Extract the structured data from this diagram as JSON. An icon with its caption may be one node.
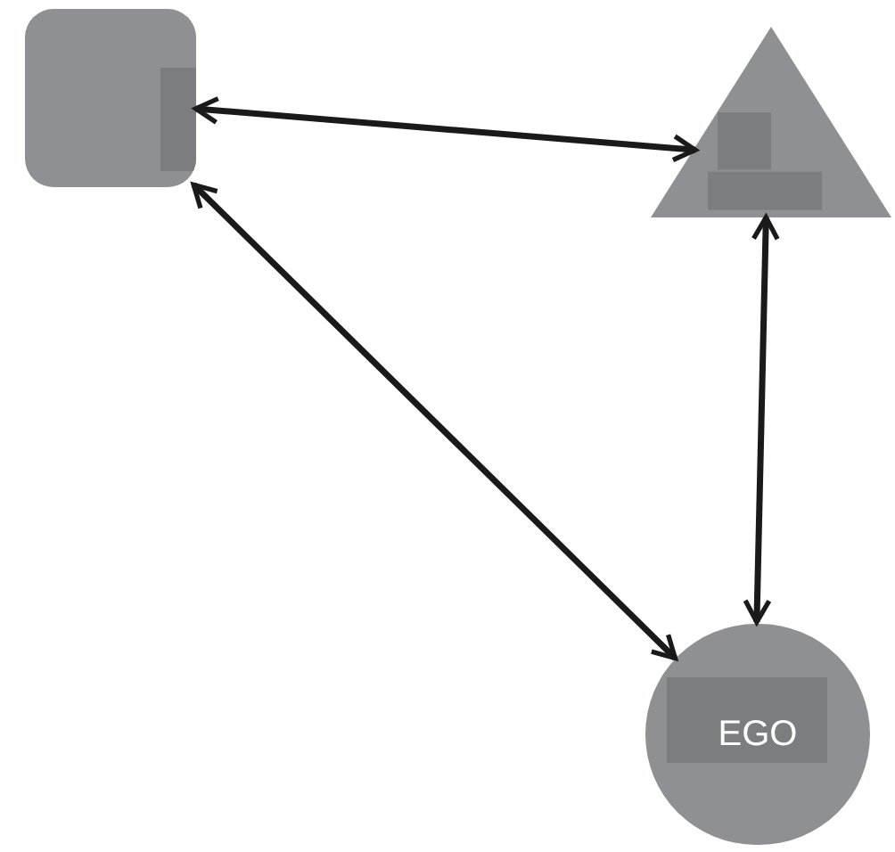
{
  "diagram": {
    "nodes": [
      {
        "text": [],
        "shape": "box"
      },
      {
        "text": [],
        "shape": "triangle"
      },
      {
        "text": [
          "EGO"
        ]
      }
    ],
    "edges": [
      {
        "from": 0,
        "to": 1,
        "arrow": "both"
      },
      {
        "from": 0,
        "to": 2,
        "arrow": "both"
      },
      {
        "from": 1,
        "to": 2,
        "arrow": "both"
      }
    ]
  }
}
